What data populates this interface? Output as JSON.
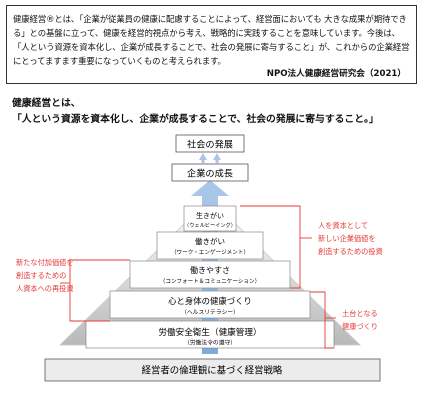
{
  "definition": {
    "text": "健康経営®とは、「企業が従業員の健康に配慮することによって、経営面においても 大きな成果が期待できる」との基盤に立って、健康を経営的視点から考え、戦略的に実践することを意味しています。今後は、「人という資源を資本化し、企業が成長することで、社会の発展に寄与すること」が、これからの企業経営にとってますます重要になっていくものと考えられます。",
    "source": "NPO法人健康経営研究会（2021）"
  },
  "heading": {
    "line1": "健康経営とは、",
    "line2": "「人という資源を資本化し、企業が成長することで、社会の発展に寄与すること。」"
  },
  "diagram": {
    "top_box": "社会の発展",
    "growth_box": "企業の成長",
    "levels": [
      {
        "main": "生きがい",
        "sub": "（ウェルビーイング）"
      },
      {
        "main": "働きがい",
        "sub": "（ワーク・エンゲージメント）"
      },
      {
        "main": "働きやすさ",
        "sub": "（コンフォート＆コミュニケーション）"
      },
      {
        "main": "心と身体の健康づくり",
        "sub": "（ヘルスリテラシー）"
      },
      {
        "main": "労働安全衛生（健康管理）",
        "sub": "（労働法令の遵守）"
      }
    ],
    "base": "経営者の倫理観に基づく経営戦略",
    "left_note": [
      "新たな付加価値を",
      "創造するための",
      "人資本への再投資"
    ],
    "right_note_top": [
      "人を資本として",
      "新しい企業価値を",
      "創造するための投資"
    ],
    "right_note_bottom": [
      "土台となる",
      "健康づくり"
    ],
    "accent_color": "#e53935",
    "arrow_color": "#a9c6e8"
  }
}
